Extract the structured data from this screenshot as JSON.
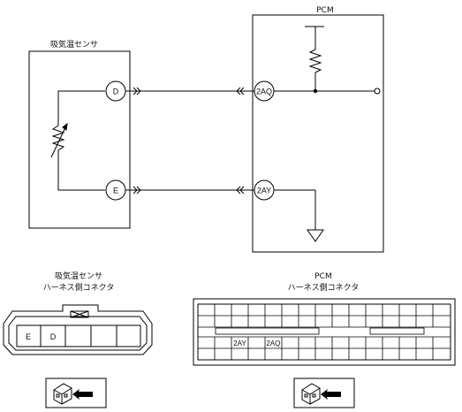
{
  "pcm": {
    "label": "PCM",
    "pins": [
      "2AQ",
      "2AY"
    ]
  },
  "sensor": {
    "label": "吸気温センサ",
    "pins": [
      "D",
      "E"
    ]
  },
  "connectors": {
    "sensor": {
      "title_line1": "吸気温センサ",
      "title_line2": "ハーネス側コネクタ",
      "cells": [
        "E",
        "D"
      ]
    },
    "pcm": {
      "title_line1": "PCM",
      "title_line2": "ハーネス側コネクタ",
      "cells": [
        "2AY",
        "2AQ"
      ]
    }
  }
}
